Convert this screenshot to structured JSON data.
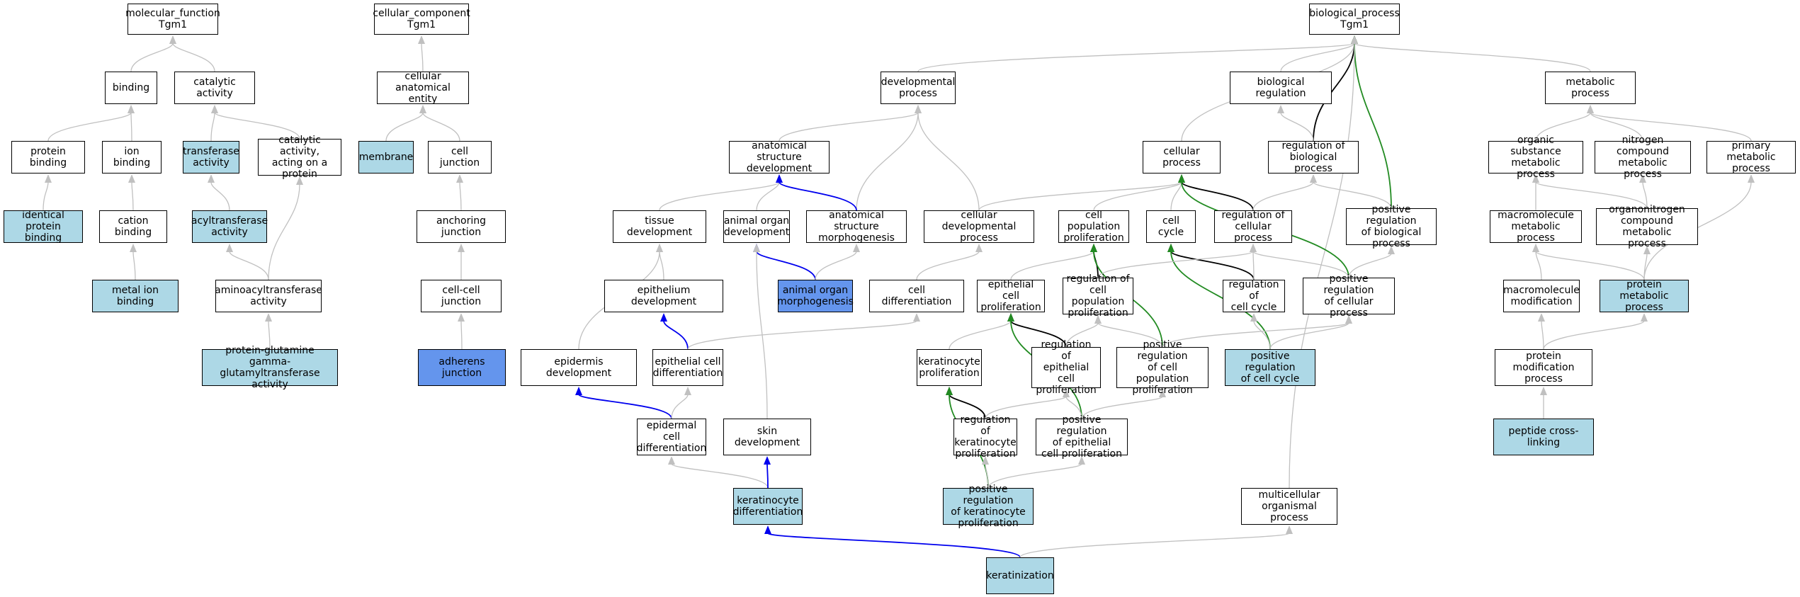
{
  "nodes": {
    "mf": {
      "label": "molecular_function\nTgm1",
      "fill": "white"
    },
    "binding": {
      "label": "binding",
      "fill": "white"
    },
    "catalytic": {
      "label": "catalytic activity",
      "fill": "white"
    },
    "protein_binding": {
      "label": "protein binding",
      "fill": "white"
    },
    "ion_binding": {
      "label": "ion binding",
      "fill": "white"
    },
    "transferase": {
      "label": "transferase\nactivity",
      "fill": "light"
    },
    "cat_protein": {
      "label": "catalytic activity,\nacting on a\nprotein",
      "fill": "white"
    },
    "identical": {
      "label": "identical protein\nbinding",
      "fill": "light"
    },
    "cation": {
      "label": "cation binding",
      "fill": "white"
    },
    "acyltransferase": {
      "label": "acyltransferase\nactivity",
      "fill": "light"
    },
    "metal_ion": {
      "label": "metal ion binding",
      "fill": "light"
    },
    "aminoacyl": {
      "label": "aminoacyltransferase\nactivity",
      "fill": "white"
    },
    "pqgt": {
      "label": "protein-glutamine\ngamma-glutamyltransferase\nactivity",
      "fill": "light"
    },
    "cc": {
      "label": "cellular_component\nTgm1",
      "fill": "white"
    },
    "anat_entity": {
      "label": "cellular anatomical\nentity",
      "fill": "white"
    },
    "membrane": {
      "label": "membrane",
      "fill": "light"
    },
    "cell_junction": {
      "label": "cell junction",
      "fill": "white"
    },
    "anchoring": {
      "label": "anchoring junction",
      "fill": "white"
    },
    "cell_cell": {
      "label": "cell-cell junction",
      "fill": "white"
    },
    "adherens": {
      "label": "adherens junction",
      "fill": "blue"
    },
    "bp": {
      "label": "biological_process\nTgm1",
      "fill": "white"
    },
    "dev_proc": {
      "label": "developmental\nprocess",
      "fill": "white"
    },
    "bio_reg": {
      "label": "biological regulation",
      "fill": "white"
    },
    "metabolic": {
      "label": "metabolic process",
      "fill": "white"
    },
    "anat_dev": {
      "label": "anatomical structure\ndevelopment",
      "fill": "white"
    },
    "cellular_proc": {
      "label": "cellular process",
      "fill": "white"
    },
    "reg_bio": {
      "label": "regulation of\nbiological process",
      "fill": "white"
    },
    "org_sub": {
      "label": "organic substance\nmetabolic process",
      "fill": "white"
    },
    "nitrogen": {
      "label": "nitrogen compound\nmetabolic process",
      "fill": "white"
    },
    "primary": {
      "label": "primary metabolic\nprocess",
      "fill": "white"
    },
    "tissue_dev": {
      "label": "tissue development",
      "fill": "white"
    },
    "organ_dev": {
      "label": "animal organ\ndevelopment",
      "fill": "white"
    },
    "anat_morph": {
      "label": "anatomical structure\nmorphogenesis",
      "fill": "white"
    },
    "cell_dev_proc": {
      "label": "cellular developmental\nprocess",
      "fill": "white"
    },
    "cell_pop_prolif": {
      "label": "cell population\nproliferation",
      "fill": "white"
    },
    "cell_cycle": {
      "label": "cell cycle",
      "fill": "white"
    },
    "reg_cell_proc": {
      "label": "regulation of\ncellular process",
      "fill": "white"
    },
    "pos_reg_bio": {
      "label": "positive regulation\nof biological\nprocess",
      "fill": "white"
    },
    "macromol_met": {
      "label": "macromolecule\nmetabolic process",
      "fill": "white"
    },
    "organonitrogen": {
      "label": "organonitrogen\ncompound metabolic\nprocess",
      "fill": "white"
    },
    "epith_dev": {
      "label": "epithelium development",
      "fill": "white"
    },
    "organ_morph": {
      "label": "animal organ\nmorphogenesis",
      "fill": "blue"
    },
    "cell_diff": {
      "label": "cell differentiation",
      "fill": "white"
    },
    "epith_prolif": {
      "label": "epithelial cell\nproliferation",
      "fill": "white"
    },
    "reg_cell_pop": {
      "label": "regulation of\ncell population\nproliferation",
      "fill": "white"
    },
    "reg_cell_cycle": {
      "label": "regulation of\ncell cycle",
      "fill": "white"
    },
    "pos_reg_cell": {
      "label": "positive regulation\nof cellular\nprocess",
      "fill": "white"
    },
    "macromol_mod": {
      "label": "macromolecule\nmodification",
      "fill": "white"
    },
    "protein_met": {
      "label": "protein metabolic\nprocess",
      "fill": "light"
    },
    "epidermis_dev": {
      "label": "epidermis development",
      "fill": "white"
    },
    "epith_diff": {
      "label": "epithelial cell\ndifferentiation",
      "fill": "white"
    },
    "kera_prolif": {
      "label": "keratinocyte\nproliferation",
      "fill": "white"
    },
    "reg_epith_prolif": {
      "label": "regulation of\nepithelial cell\nproliferation",
      "fill": "white"
    },
    "pos_reg_pop": {
      "label": "positive regulation\nof cell population\nproliferation",
      "fill": "white"
    },
    "pos_reg_cycle": {
      "label": "positive regulation\nof cell cycle",
      "fill": "light"
    },
    "protein_mod": {
      "label": "protein modification\nprocess",
      "fill": "white"
    },
    "epidermal_diff": {
      "label": "epidermal cell\ndifferentiation",
      "fill": "white"
    },
    "skin_dev": {
      "label": "skin development",
      "fill": "white"
    },
    "reg_kera": {
      "label": "regulation of\nkeratinocyte\nproliferation",
      "fill": "white"
    },
    "pos_reg_epith": {
      "label": "positive regulation\nof epithelial\ncell proliferation",
      "fill": "white"
    },
    "peptide": {
      "label": "peptide cross-linking",
      "fill": "light"
    },
    "kera_diff": {
      "label": "keratinocyte\ndifferentiation",
      "fill": "light"
    },
    "pos_reg_kera": {
      "label": "positive regulation\nof keratinocyte\nproliferation",
      "fill": "light"
    },
    "multicell": {
      "label": "multicellular\norganismal process",
      "fill": "white"
    },
    "keratinization": {
      "label": "keratinization",
      "fill": "light"
    }
  },
  "edges": [
    {
      "from": "binding",
      "to": "mf",
      "kind": "is_a"
    },
    {
      "from": "catalytic",
      "to": "mf",
      "kind": "is_a"
    },
    {
      "from": "protein_binding",
      "to": "binding",
      "kind": "is_a"
    },
    {
      "from": "ion_binding",
      "to": "binding",
      "kind": "is_a"
    },
    {
      "from": "transferase",
      "to": "catalytic",
      "kind": "is_a"
    },
    {
      "from": "cat_protein",
      "to": "catalytic",
      "kind": "is_a"
    },
    {
      "from": "identical",
      "to": "protein_binding",
      "kind": "is_a"
    },
    {
      "from": "cation",
      "to": "ion_binding",
      "kind": "is_a"
    },
    {
      "from": "acyltransferase",
      "to": "transferase",
      "kind": "is_a"
    },
    {
      "from": "metal_ion",
      "to": "cation",
      "kind": "is_a"
    },
    {
      "from": "aminoacyl",
      "to": "acyltransferase",
      "kind": "is_a"
    },
    {
      "from": "aminoacyl",
      "to": "cat_protein",
      "kind": "is_a"
    },
    {
      "from": "pqgt",
      "to": "aminoacyl",
      "kind": "is_a"
    },
    {
      "from": "anat_entity",
      "to": "cc",
      "kind": "is_a"
    },
    {
      "from": "membrane",
      "to": "anat_entity",
      "kind": "is_a"
    },
    {
      "from": "cell_junction",
      "to": "anat_entity",
      "kind": "is_a"
    },
    {
      "from": "anchoring",
      "to": "cell_junction",
      "kind": "is_a"
    },
    {
      "from": "cell_cell",
      "to": "anchoring",
      "kind": "is_a"
    },
    {
      "from": "adherens",
      "to": "cell_cell",
      "kind": "is_a"
    },
    {
      "from": "dev_proc",
      "to": "bp",
      "kind": "is_a"
    },
    {
      "from": "bio_reg",
      "to": "bp",
      "kind": "is_a"
    },
    {
      "from": "metabolic",
      "to": "bp",
      "kind": "is_a"
    },
    {
      "from": "cellular_proc",
      "to": "bp",
      "kind": "is_a"
    },
    {
      "from": "reg_bio",
      "to": "bp",
      "kind": "regulates"
    },
    {
      "from": "pos_reg_bio",
      "to": "bp",
      "kind": "positively_regulates"
    },
    {
      "from": "multicell",
      "to": "bp",
      "kind": "is_a"
    },
    {
      "from": "reg_bio",
      "to": "bio_reg",
      "kind": "is_a"
    },
    {
      "from": "anat_dev",
      "to": "dev_proc",
      "kind": "is_a"
    },
    {
      "from": "anat_morph",
      "to": "dev_proc",
      "kind": "is_a"
    },
    {
      "from": "cell_dev_proc",
      "to": "dev_proc",
      "kind": "is_a"
    },
    {
      "from": "org_sub",
      "to": "metabolic",
      "kind": "is_a"
    },
    {
      "from": "nitrogen",
      "to": "metabolic",
      "kind": "is_a"
    },
    {
      "from": "primary",
      "to": "metabolic",
      "kind": "is_a"
    },
    {
      "from": "tissue_dev",
      "to": "anat_dev",
      "kind": "is_a"
    },
    {
      "from": "organ_dev",
      "to": "anat_dev",
      "kind": "is_a"
    },
    {
      "from": "anat_morph",
      "to": "anat_dev",
      "kind": "part_of"
    },
    {
      "from": "cell_dev_proc",
      "to": "cellular_proc",
      "kind": "is_a"
    },
    {
      "from": "cell_pop_prolif",
      "to": "cellular_proc",
      "kind": "is_a"
    },
    {
      "from": "cell_cycle",
      "to": "cellular_proc",
      "kind": "is_a"
    },
    {
      "from": "reg_cell_proc",
      "to": "cellular_proc",
      "kind": "regulates"
    },
    {
      "from": "pos_reg_cell",
      "to": "cellular_proc",
      "kind": "positively_regulates"
    },
    {
      "from": "reg_cell_proc",
      "to": "reg_bio",
      "kind": "is_a"
    },
    {
      "from": "pos_reg_bio",
      "to": "reg_bio",
      "kind": "is_a"
    },
    {
      "from": "macromol_met",
      "to": "org_sub",
      "kind": "is_a"
    },
    {
      "from": "organonitrogen",
      "to": "org_sub",
      "kind": "is_a"
    },
    {
      "from": "organonitrogen",
      "to": "nitrogen",
      "kind": "is_a"
    },
    {
      "from": "protein_met",
      "to": "primary",
      "kind": "is_a"
    },
    {
      "from": "epith_dev",
      "to": "tissue_dev",
      "kind": "is_a"
    },
    {
      "from": "epidermis_dev",
      "to": "tissue_dev",
      "kind": "is_a"
    },
    {
      "from": "organ_morph",
      "to": "organ_dev",
      "kind": "part_of"
    },
    {
      "from": "skin_dev",
      "to": "organ_dev",
      "kind": "is_a"
    },
    {
      "from": "organ_morph",
      "to": "anat_morph",
      "kind": "is_a"
    },
    {
      "from": "cell_diff",
      "to": "cell_dev_proc",
      "kind": "is_a"
    },
    {
      "from": "epith_prolif",
      "to": "cell_pop_prolif",
      "kind": "is_a"
    },
    {
      "from": "reg_cell_pop",
      "to": "cell_pop_prolif",
      "kind": "regulates"
    },
    {
      "from": "pos_reg_pop",
      "to": "cell_pop_prolif",
      "kind": "positively_regulates"
    },
    {
      "from": "reg_cell_cycle",
      "to": "cell_cycle",
      "kind": "regulates"
    },
    {
      "from": "pos_reg_cycle",
      "to": "cell_cycle",
      "kind": "positively_regulates"
    },
    {
      "from": "reg_cell_pop",
      "to": "reg_cell_proc",
      "kind": "is_a"
    },
    {
      "from": "reg_cell_cycle",
      "to": "reg_cell_proc",
      "kind": "is_a"
    },
    {
      "from": "pos_reg_cell",
      "to": "reg_cell_proc",
      "kind": "is_a"
    },
    {
      "from": "pos_reg_cell",
      "to": "pos_reg_bio",
      "kind": "is_a"
    },
    {
      "from": "macromol_mod",
      "to": "macromol_met",
      "kind": "is_a"
    },
    {
      "from": "protein_met",
      "to": "macromol_met",
      "kind": "is_a"
    },
    {
      "from": "protein_met",
      "to": "organonitrogen",
      "kind": "is_a"
    },
    {
      "from": "epith_diff",
      "to": "epith_dev",
      "kind": "part_of"
    },
    {
      "from": "epith_diff",
      "to": "cell_diff",
      "kind": "is_a"
    },
    {
      "from": "kera_prolif",
      "to": "epith_prolif",
      "kind": "is_a"
    },
    {
      "from": "reg_epith_prolif",
      "to": "epith_prolif",
      "kind": "regulates"
    },
    {
      "from": "pos_reg_epith",
      "to": "epith_prolif",
      "kind": "positively_regulates"
    },
    {
      "from": "reg_epith_prolif",
      "to": "reg_cell_pop",
      "kind": "is_a"
    },
    {
      "from": "pos_reg_pop",
      "to": "reg_cell_pop",
      "kind": "is_a"
    },
    {
      "from": "pos_reg_pop",
      "to": "pos_reg_cell",
      "kind": "is_a"
    },
    {
      "from": "pos_reg_cycle",
      "to": "reg_cell_cycle",
      "kind": "is_a"
    },
    {
      "from": "pos_reg_cycle",
      "to": "pos_reg_cell",
      "kind": "is_a"
    },
    {
      "from": "protein_mod",
      "to": "macromol_mod",
      "kind": "is_a"
    },
    {
      "from": "protein_mod",
      "to": "protein_met",
      "kind": "is_a"
    },
    {
      "from": "epidermal_diff",
      "to": "epidermis_dev",
      "kind": "part_of"
    },
    {
      "from": "epidermal_diff",
      "to": "epith_diff",
      "kind": "is_a"
    },
    {
      "from": "reg_kera",
      "to": "kera_prolif",
      "kind": "regulates"
    },
    {
      "from": "pos_reg_kera",
      "to": "kera_prolif",
      "kind": "positively_regulates"
    },
    {
      "from": "reg_kera",
      "to": "reg_epith_prolif",
      "kind": "is_a"
    },
    {
      "from": "pos_reg_epith",
      "to": "reg_epith_prolif",
      "kind": "is_a"
    },
    {
      "from": "pos_reg_epith",
      "to": "pos_reg_pop",
      "kind": "is_a"
    },
    {
      "from": "peptide",
      "to": "protein_mod",
      "kind": "is_a"
    },
    {
      "from": "kera_diff",
      "to": "epidermal_diff",
      "kind": "is_a"
    },
    {
      "from": "kera_diff",
      "to": "skin_dev",
      "kind": "part_of"
    },
    {
      "from": "pos_reg_kera",
      "to": "reg_kera",
      "kind": "is_a"
    },
    {
      "from": "pos_reg_kera",
      "to": "pos_reg_epith",
      "kind": "is_a"
    },
    {
      "from": "keratinization",
      "to": "kera_diff",
      "kind": "part_of"
    },
    {
      "from": "keratinization",
      "to": "multicell",
      "kind": "is_a"
    }
  ],
  "colors": {
    "is_a": "#c0c0c0",
    "part_of": "#0000ee",
    "regulates": "#000000",
    "positively_regulates": "#228b22",
    "node_white": "#ffffff",
    "node_light": "#add8e6",
    "node_blue": "#6495ed"
  }
}
